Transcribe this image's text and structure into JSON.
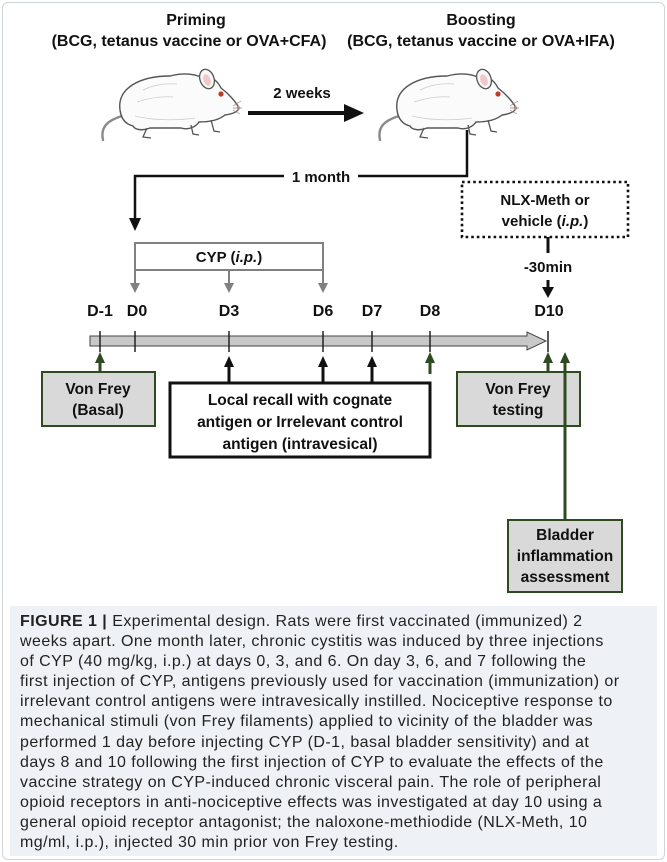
{
  "figure": {
    "priming": {
      "title": "Priming",
      "subtitle": "(BCG, tetanus vaccine or OVA+CFA)"
    },
    "boosting": {
      "title": "Boosting",
      "subtitle": "(BCG, tetanus vaccine or OVA+IFA)"
    },
    "prime_to_boost_interval": "2 weeks",
    "boost_to_challenge_interval": "1 month",
    "cyp_treatment": {
      "prefix": "CYP (",
      "route": "i.p.",
      "suffix": ")"
    },
    "nlx_treatment": {
      "line1": "NLX-Meth or",
      "line2_prefix": "vehicle (",
      "route": "i.p.",
      "line2_suffix": ")",
      "timing": "-30min"
    },
    "timeline_days": [
      "D-1",
      "D0",
      "D3",
      "D6",
      "D7",
      "D8",
      "D10"
    ],
    "boxes": {
      "von_frey_basal": [
        "Von Frey",
        "(Basal)"
      ],
      "local_recall": [
        "Local recall with cognate",
        "antigen or Irrelevant control",
        "antigen (intravesical)"
      ],
      "von_frey_testing": [
        "Von Frey",
        "testing"
      ],
      "bladder_assessment": [
        "Bladder",
        "inflammation",
        "assessment"
      ]
    },
    "colors": {
      "ink": "#111111",
      "cyp_arrows": "#808080",
      "measurement_green": "#2f4a1f",
      "measurement_box_fill": "#d9d9d9",
      "timeline_fill": "#c8c8c8",
      "caption_background": "#eef2f6"
    }
  },
  "caption": {
    "label": "FIGURE 1 |",
    "lines": [
      "Experimental design. Rats were first vaccinated (immunized) 2",
      "weeks apart. One month later, chronic cystitis was induced by three injections",
      "of CYP (40 mg/kg, i.p.) at days 0, 3, and 6. On day 3, 6, and 7 following the",
      "first injection of CYP, antigens previously used for vaccination (immunization) or",
      "irrelevant control antigens were intravesically instilled. Nociceptive response to",
      "mechanical stimuli (von Frey filaments) applied to vicinity of the bladder was",
      "performed 1 day before injecting CYP (D-1, basal bladder sensitivity) and at",
      "days 8 and 10 following the first injection of CYP to evaluate the effects of the",
      "vaccine strategy on CYP-induced chronic visceral pain. The role of peripheral",
      "opioid receptors in anti-nociceptive effects was investigated at day 10 using a",
      "general opioid receptor antagonist; the naloxone-methiodide (NLX-Meth, 10",
      "mg/ml, i.p.), injected 30 min prior von Frey testing."
    ]
  }
}
